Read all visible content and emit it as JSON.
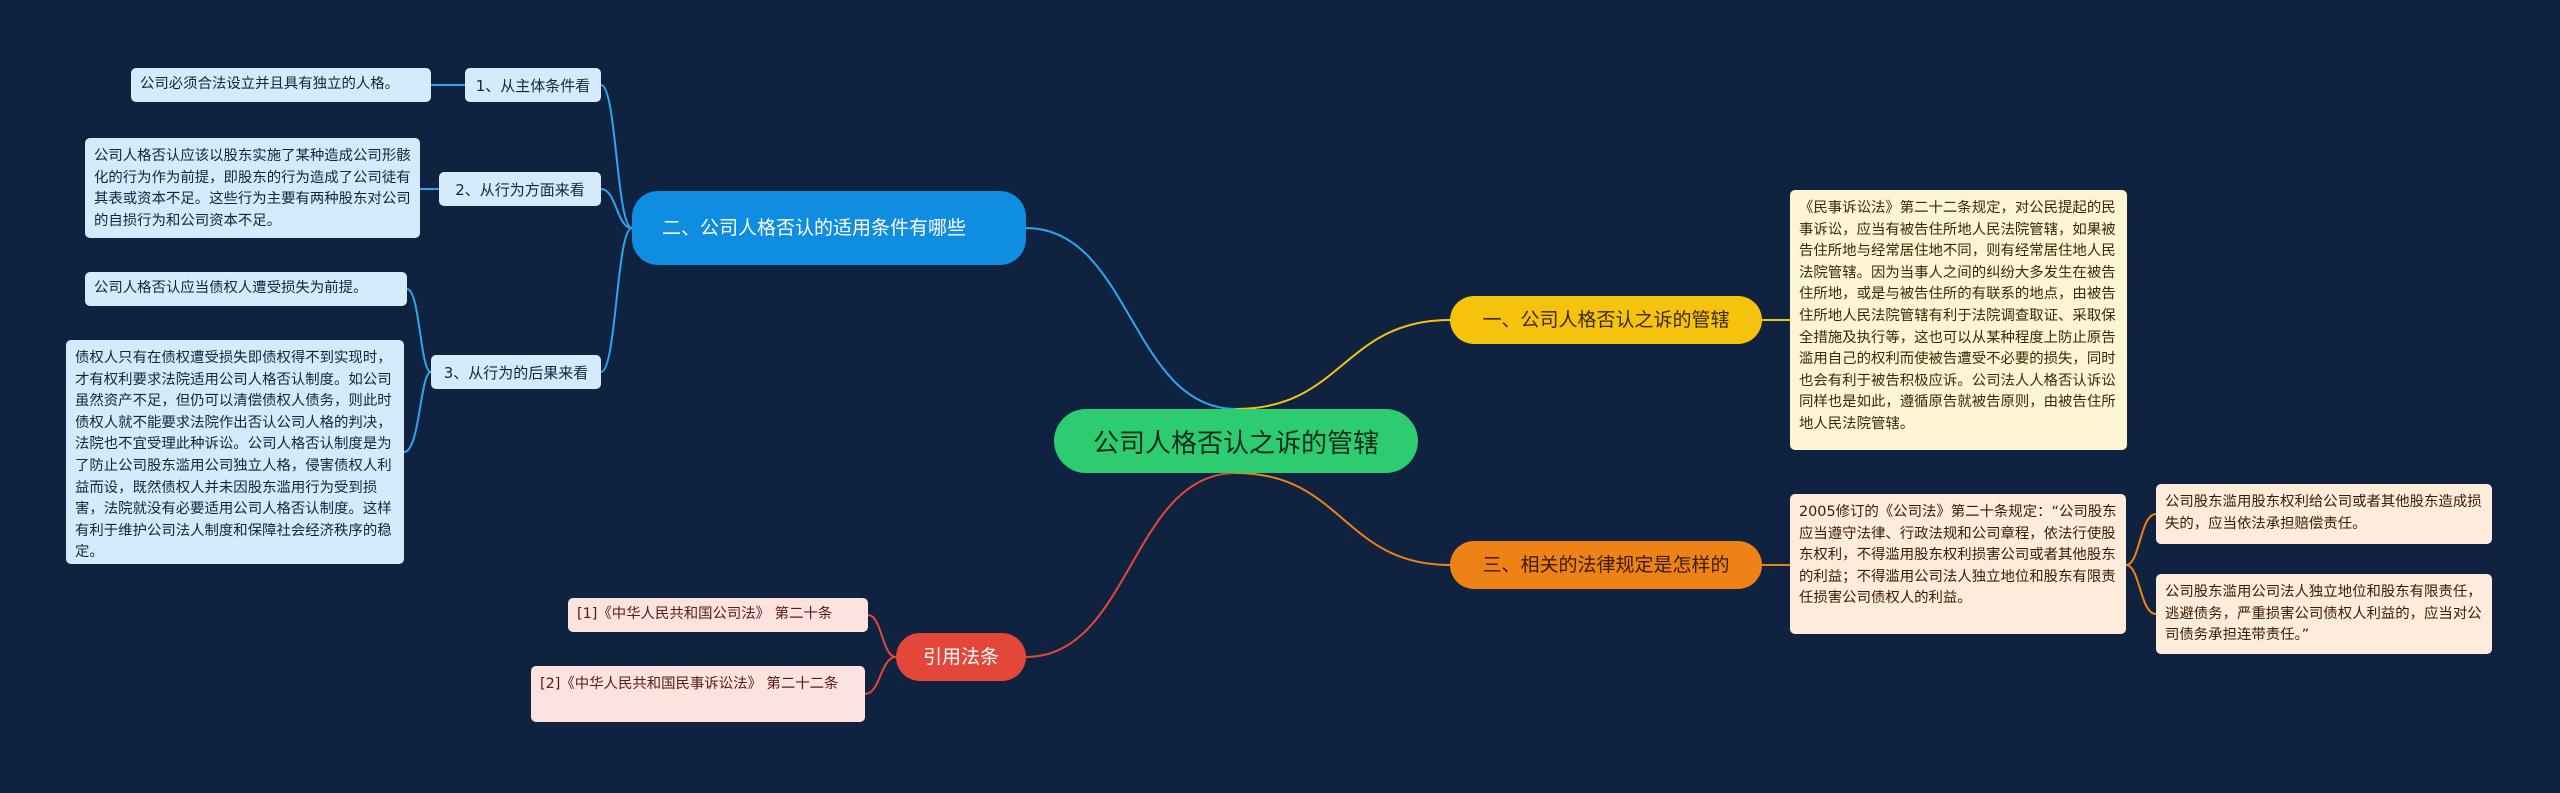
{
  "root": {
    "label": "公司人格否认之诉的管辖"
  },
  "branches": {
    "conditions": {
      "label": "二、公司人格否认的适用条件有哪些",
      "subs": [
        {
          "label": "1、从主体条件看",
          "leaves": [
            "公司必须合法设立并且具有独立的人格。"
          ]
        },
        {
          "label": "2、从行为方面来看",
          "leaves": [
            "公司人格否认应该以股东实施了某种造成公司形骸化的行为作为前提，即股东的行为造成了公司徒有其表或资本不足。这些行为主要有两种股东对公司的自损行为和公司资本不足。"
          ]
        },
        {
          "label": "3、从行为的后果来看",
          "leaves": [
            "公司人格否认应当债权人遭受损失为前提。",
            "债权人只有在债权遭受损失即债权得不到实现时，才有权利要求法院适用公司人格否认制度。如公司虽然资产不足，但仍可以清偿债权人债务，则此时债权人就不能要求法院作出否认公司人格的判决，法院也不宜受理此种诉讼。公司人格否认制度是为了防止公司股东滥用公司独立人格，侵害债权人利益而设，既然债权人并未因股东滥用行为受到损害，法院就没有必要适用公司人格否认制度。这样有利于维护公司法人制度和保障社会经济秩序的稳定。"
          ]
        }
      ]
    },
    "jurisdiction": {
      "label": "一、公司人格否认之诉的管辖",
      "leaves": [
        "《民事诉讼法》第二十二条规定，对公民提起的民事诉讼，应当有被告住所地人民法院管辖，如果被告住所地与经常居住地不同，则有经常居住地人民法院管辖。因为当事人之间的纠纷大多发生在被告住所地，或是与被告住所的有联系的地点，由被告住所地人民法院管辖有利于法院调查取证、采取保全措施及执行等，这也可以从某种程度上防止原告滥用自己的权利而使被告遭受不必要的损失，同时也会有利于被告积极应诉。公司法人人格否认诉讼同样也是如此，遵循原告就被告原则，由被告住所地人民法院管辖。"
      ]
    },
    "regulations": {
      "label": "三、相关的法律规定是怎样的",
      "text": "2005修订的《公司法》第二十条规定：“公司股东应当遵守法律、行政法规和公司章程，依法行使股东权利，不得滥用股东权利损害公司或者其他股东的利益；不得滥用公司法人独立地位和股东有限责任损害公司债权人的利益。",
      "leaves": [
        "公司股东滥用股东权利给公司或者其他股东造成损失的，应当依法承担赔偿责任。",
        "公司股东滥用公司法人独立地位和股东有限责任，逃避债务，严重损害公司债权人利益的，应当对公司债务承担连带责任。”"
      ]
    },
    "citations": {
      "label": "引用法条",
      "leaves": [
        "[1]《中华人民共和国公司法》 第二十条",
        "[2]《中华人民共和国民事诉讼法》 第二十二条"
      ]
    }
  },
  "colors": {
    "background": "#0f2340",
    "root": "#2dcc70",
    "blue": "#0f8de0",
    "yellow": "#f5c30e",
    "orange": "#ee8216",
    "red": "#e4473a",
    "link_blue": "#2ea6ee",
    "link_yellow": "#f5c30e",
    "link_orange": "#ee8216",
    "link_red": "#e4473a"
  }
}
